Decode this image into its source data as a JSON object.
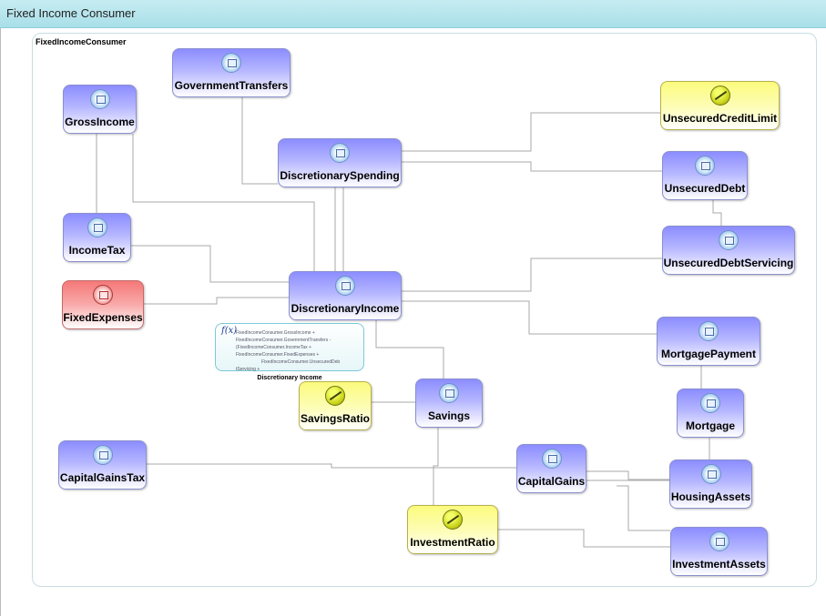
{
  "window": {
    "title": "Fixed Income Consumer"
  },
  "diagram": {
    "model_name": "FixedIncomeConsumer",
    "nodes": {
      "government_transfers": "GovernmentTransfers",
      "gross_income": "GrossIncome",
      "unsecured_credit_limit": "UnsecuredCreditLimit",
      "discretionary_spending": "DiscretionarySpending",
      "unsecured_debt": "UnsecuredDebt",
      "income_tax": "IncomeTax",
      "unsecured_debt_servicing": "UnsecuredDebtServicing",
      "fixed_expenses": "FixedExpenses",
      "discretionary_income": "DiscretionaryIncome",
      "mortgage_payment": "MortgagePayment",
      "savings_ratio": "SavingsRatio",
      "savings": "Savings",
      "mortgage": "Mortgage",
      "capital_gains_tax": "CapitalGainsTax",
      "capital_gains": "CapitalGains",
      "housing_assets": "HousingAssets",
      "investment_ratio": "InvestmentRatio",
      "investment_assets": "InvestmentAssets"
    },
    "formula": {
      "symbol": "f(x)",
      "lines": [
        "FixedIncomeConsumer.GrossIncome +",
        "FixedIncomeConsumer.GovernmentTransfers -",
        "(FixedIncomeConsumer.IncomeTax +",
        "FixedIncomeConsumer.FixedExpenses +",
        "FixedIncomeConsumer.UnsecuredDeb",
        "tServicing +"
      ],
      "caption": "Discretionary Income"
    }
  }
}
